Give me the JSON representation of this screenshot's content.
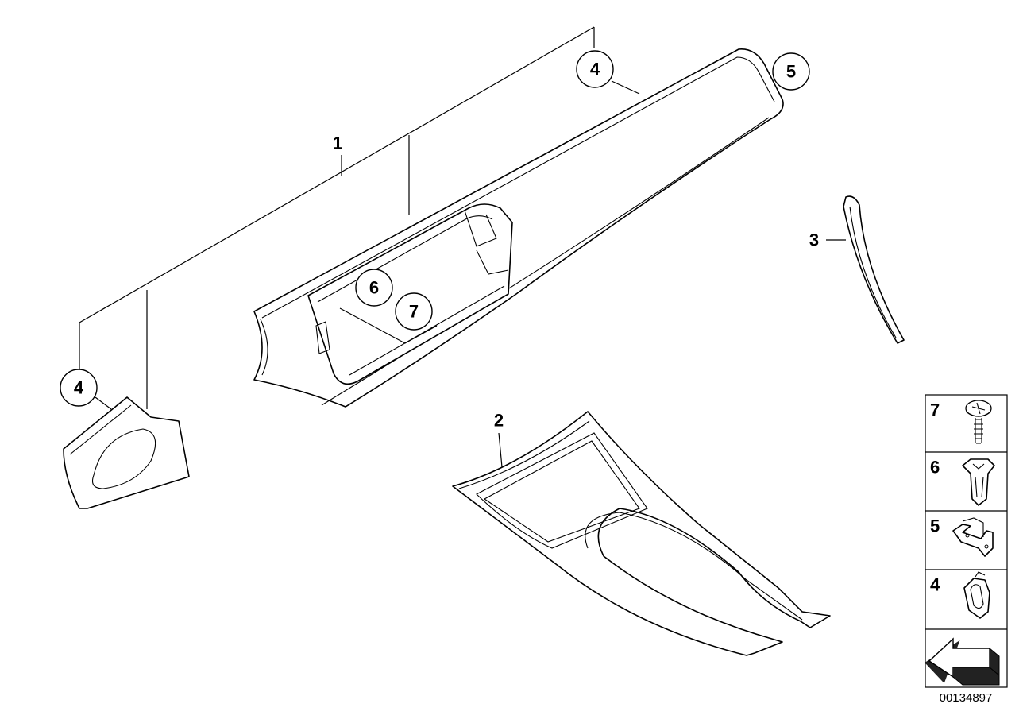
{
  "callouts": [
    {
      "id": "c1",
      "label": "1"
    },
    {
      "id": "c2",
      "label": "2"
    },
    {
      "id": "c3",
      "label": "3"
    },
    {
      "id": "c4a",
      "label": "4"
    },
    {
      "id": "c4b",
      "label": "4"
    },
    {
      "id": "c5",
      "label": "5"
    },
    {
      "id": "c6",
      "label": "6"
    },
    {
      "id": "c7",
      "label": "7"
    }
  ],
  "legend": {
    "items": [
      {
        "label": "7",
        "icon": "screw-icon"
      },
      {
        "label": "6",
        "icon": "expanding-nut-icon"
      },
      {
        "label": "5",
        "icon": "bracket-clip-icon"
      },
      {
        "label": "4",
        "icon": "spring-clip-icon"
      }
    ],
    "arrow_icon": "direction-arrow-icon"
  },
  "reference_number": "00134897"
}
